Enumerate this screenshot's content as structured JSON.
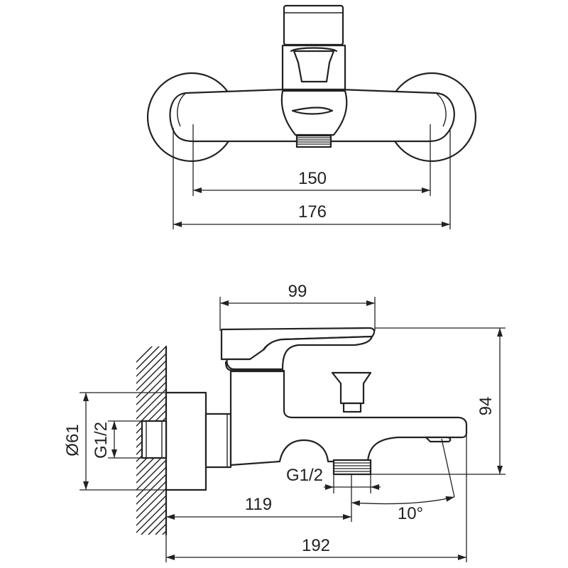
{
  "top_view": {
    "dimensions": {
      "inner": "150",
      "outer": "176"
    }
  },
  "side_view": {
    "dimensions": {
      "top_width": "99",
      "height": "94",
      "wall_diameter": "Ø61",
      "inlet_thread": "G1/2",
      "outlet_thread": "G1/2",
      "outlet_distance": "119",
      "total_length": "192",
      "angle": "10°"
    }
  }
}
